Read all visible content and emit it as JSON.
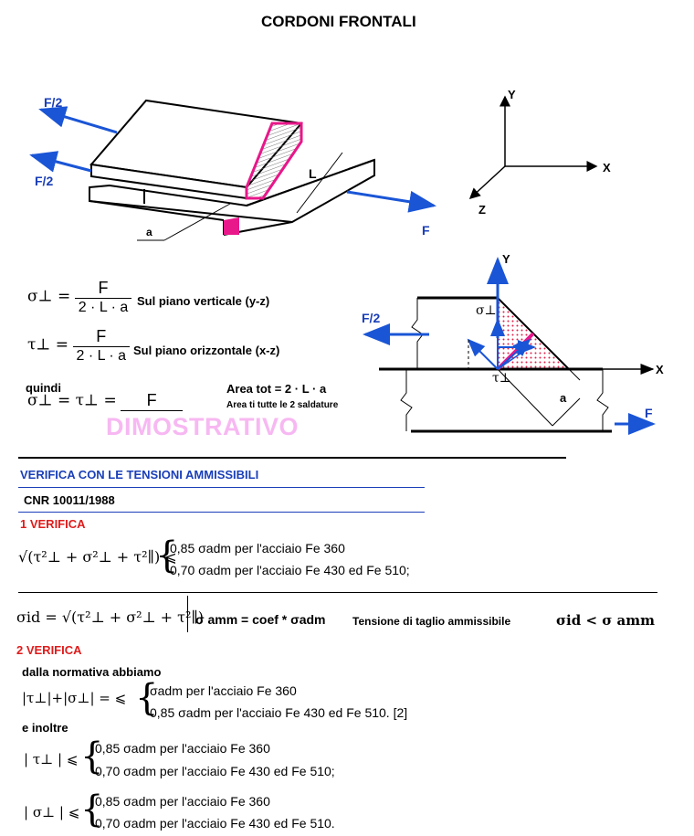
{
  "title": "CORDONI FRONTALI",
  "diagram_top": {
    "force_half_1": "F/2",
    "force_half_2": "F/2",
    "force": "F",
    "length": "L",
    "throat": "a"
  },
  "axes": {
    "y": "Y",
    "x": "X",
    "z": "Z"
  },
  "formulas": {
    "sigma_perp": "σ⊥ =",
    "tau_perp": "τ⊥ =",
    "numerator": "F",
    "denominator": "2 · L · a",
    "plane_vertical": "Sul piano verticale (y-z)",
    "plane_horizontal": "Sul piano orizzontale (x-z)",
    "quindi": "quindi",
    "sigma_eq_tau": "σ⊥ =  τ⊥ =",
    "area_tot": "Area tot  = 2 · L · a",
    "area_note": "Area ti tutte le  2  saldature",
    "watermark": "DIMOSTRATIVO"
  },
  "diagram_right": {
    "y": "Y",
    "x": "X",
    "f_half": "F/2",
    "f": "F",
    "sigma": "σ⊥",
    "tau": "τ⊥",
    "a": "a"
  },
  "verification": {
    "heading": "VERIFICA  CON LE TENSIONI AMMISSIBILI",
    "norm": "CNR 10011/1988",
    "v1_title": "1 VERIFICA",
    "v1_lhs": "√(τ²⊥ + σ²⊥ + τ²∥) ⩽",
    "v1_case1": "0,85 σadm per l'acciaio Fe 360",
    "v1_case2": "0,70 σadm per l'acciaio Fe 430 ed Fe 510;",
    "sid_formula": "σid = √(τ²⊥ + σ²⊥ + τ²∥)",
    "samm_formula": "σ amm = coef * σadm",
    "tensione": "Tensione   di taglio  ammissibile",
    "compare": "σid  <  σ amm",
    "v2_title": "2  VERIFICA",
    "v2_intro": "dalla normativa abbiamo",
    "v2_lhs": "|τ⊥|+|σ⊥| = ⩽",
    "v2_case1": "σadm per l'acciaio Fe 360",
    "v2_case2": "0,85 σadm per l'acciaio Fe 430 ed Fe 510.   [2]",
    "inoltre": "e inoltre",
    "tau_lhs": "| τ⊥ |  ⩽",
    "tau_case1": "0,85 σadm per l'acciaio Fe 360",
    "tau_case2": "0,70 σadm per l'acciaio Fe 430 ed Fe 510;",
    "sigma_lhs": "| σ⊥ |  ⩽",
    "sigma_case1": "0,85 σadm per l'acciaio Fe 360",
    "sigma_case2": "0,70 σadm per l'acciaio Fe 430 ed Fe 510."
  }
}
